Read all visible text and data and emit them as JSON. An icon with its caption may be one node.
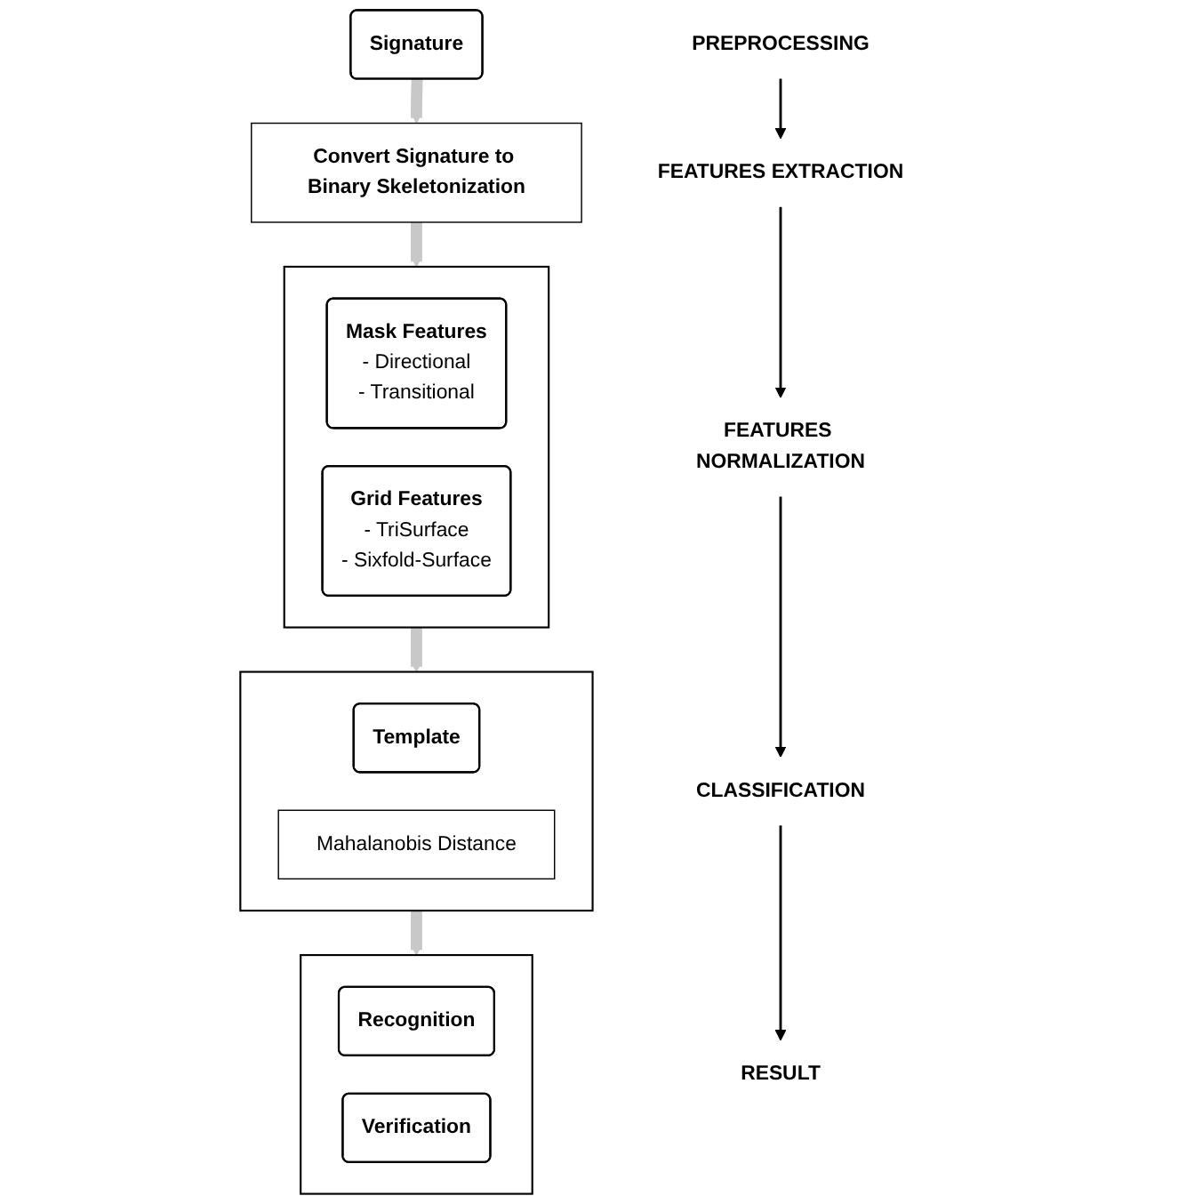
{
  "diagram": {
    "nodes": [
      {
        "text": [
          "Signature"
        ]
      },
      {
        "text": [
          "Convert Signature to Binary Skeletonization"
        ]
      },
      {
        "text": [],
        "shape": "box"
      },
      {
        "text": [
          "Mask Features",
          "- Directional",
          "- Transitional"
        ],
        "in": 2
      },
      {
        "text": [
          "Grid Features",
          "- TriSurface",
          "- Sixfold-Surface"
        ],
        "in": 2
      },
      {
        "text": [],
        "shape": "box"
      },
      {
        "text": [
          "Template"
        ],
        "in": 5
      },
      {
        "text": [
          "Mahalanobis Distance"
        ],
        "in": 5
      },
      {
        "text": [],
        "shape": "box"
      },
      {
        "text": [
          "Recognition"
        ],
        "in": 8
      },
      {
        "text": [
          "Verification"
        ],
        "in": 8
      },
      {
        "text": [
          "PREPROCESSING"
        ]
      },
      {
        "text": [
          "FEATURES EXTRACTION"
        ]
      },
      {
        "text": [
          "FEATURES NORMALIZATION"
        ]
      },
      {
        "text": [
          "CLASSIFICATION"
        ]
      },
      {
        "text": [
          "RESULT"
        ]
      }
    ],
    "edges": [
      {
        "from": 0,
        "to": 1,
        "arrow": "to",
        "style": "thick",
        "color": "#c8c8c8"
      },
      {
        "from": 1,
        "to": 2,
        "arrow": "to",
        "style": "thick",
        "color": "#c8c8c8"
      },
      {
        "from": 2,
        "to": 5,
        "arrow": "to",
        "style": "thick",
        "color": "#c8c8c8"
      },
      {
        "from": 5,
        "to": 8,
        "arrow": "to",
        "style": "thick",
        "color": "#c8c8c8"
      },
      {
        "from": 11,
        "to": 12,
        "arrow": "to",
        "color": "#000000"
      },
      {
        "from": 12,
        "to": 13,
        "arrow": "to",
        "color": "#000000"
      },
      {
        "from": 13,
        "to": 14,
        "arrow": "to",
        "color": "#000000"
      },
      {
        "from": 14,
        "to": 15,
        "arrow": "to",
        "color": "#000000"
      }
    ]
  }
}
